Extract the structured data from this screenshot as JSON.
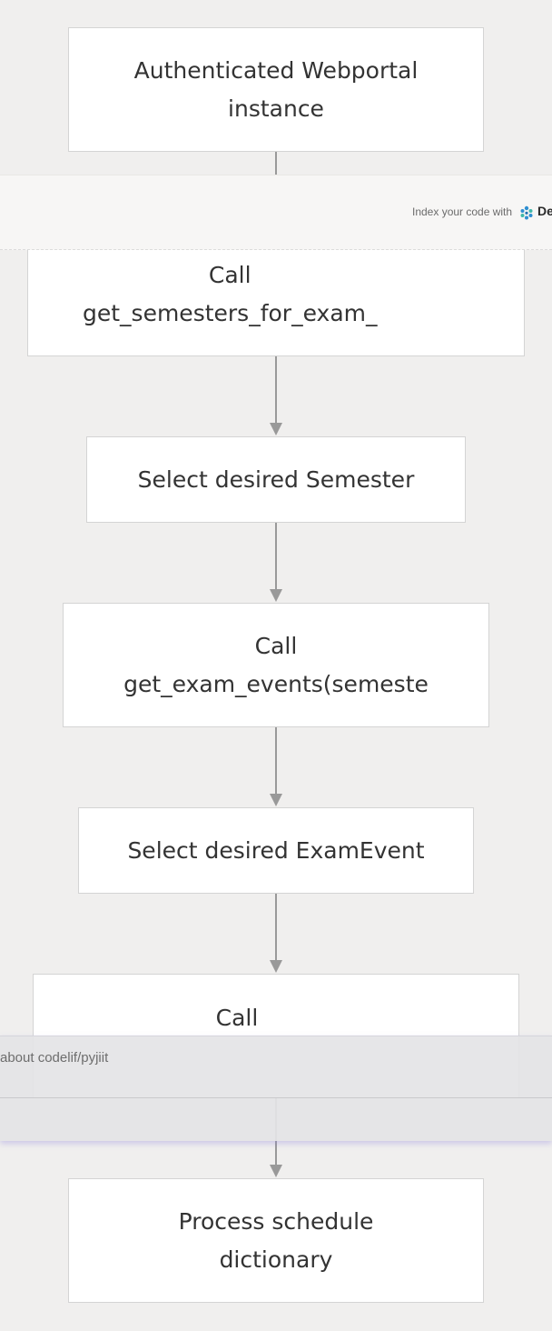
{
  "flowchart": {
    "nodes": [
      {
        "id": "webportal",
        "lines": [
          "Authenticated Webportal",
          "instance"
        ]
      },
      {
        "id": "call-semesters",
        "lines": [
          "Call",
          "get_semesters_for_exam_"
        ]
      },
      {
        "id": "select-semester",
        "lines": [
          "Select desired Semester"
        ]
      },
      {
        "id": "call-exam-events",
        "lines": [
          "Call",
          "get_exam_events(semeste"
        ]
      },
      {
        "id": "select-exam-event",
        "lines": [
          "Select desired ExamEvent"
        ]
      },
      {
        "id": "call-schedule",
        "lines": [
          "Call",
          ""
        ]
      },
      {
        "id": "process-schedule",
        "lines": [
          "Process schedule",
          "dictionary"
        ]
      }
    ]
  },
  "index_bar": {
    "text": "Index your code with",
    "brand": "De",
    "icon": "brand-logo-icon"
  },
  "chat_panel": {
    "text": "about codelif/pyjiit"
  },
  "colors": {
    "background": "#f0efee",
    "node_fill": "#ffffff",
    "node_border": "#d4d4d4",
    "edge": "#999999"
  }
}
